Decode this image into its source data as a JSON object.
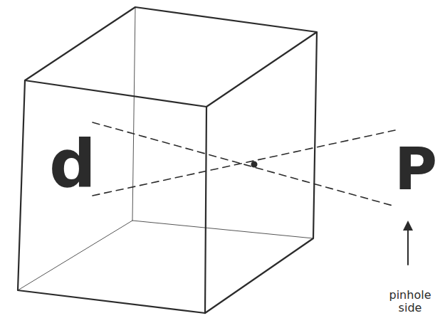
{
  "diagram": {
    "labels": [
      "d",
      "P",
      "pinhole side"
    ]
  }
}
